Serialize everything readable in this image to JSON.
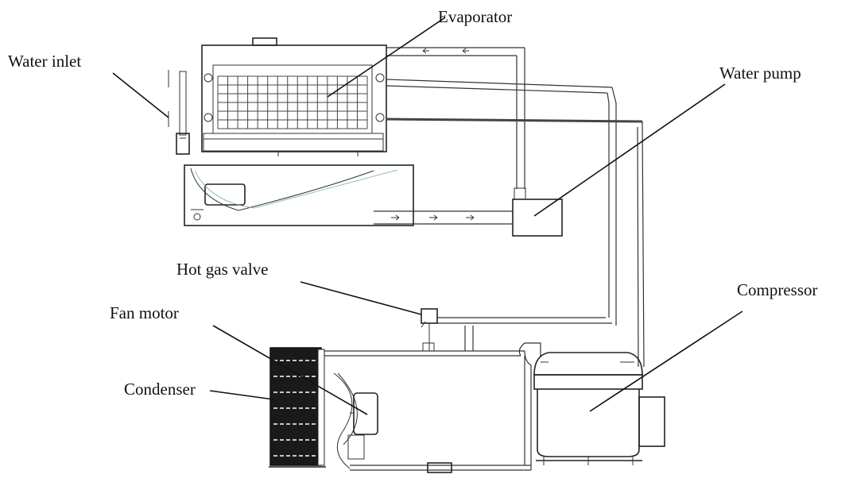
{
  "labels": {
    "water_inlet": "Water inlet",
    "evaporator": "Evaporator",
    "water_pump": "Water pump",
    "hot_gas_valve": "Hot gas valve",
    "compressor": "Compressor",
    "fan_motor": "Fan motor",
    "condenser": "Condenser"
  },
  "colors": {
    "line": "#222222",
    "background": "#ffffff",
    "condenser_fill": "#1a1a1a"
  }
}
